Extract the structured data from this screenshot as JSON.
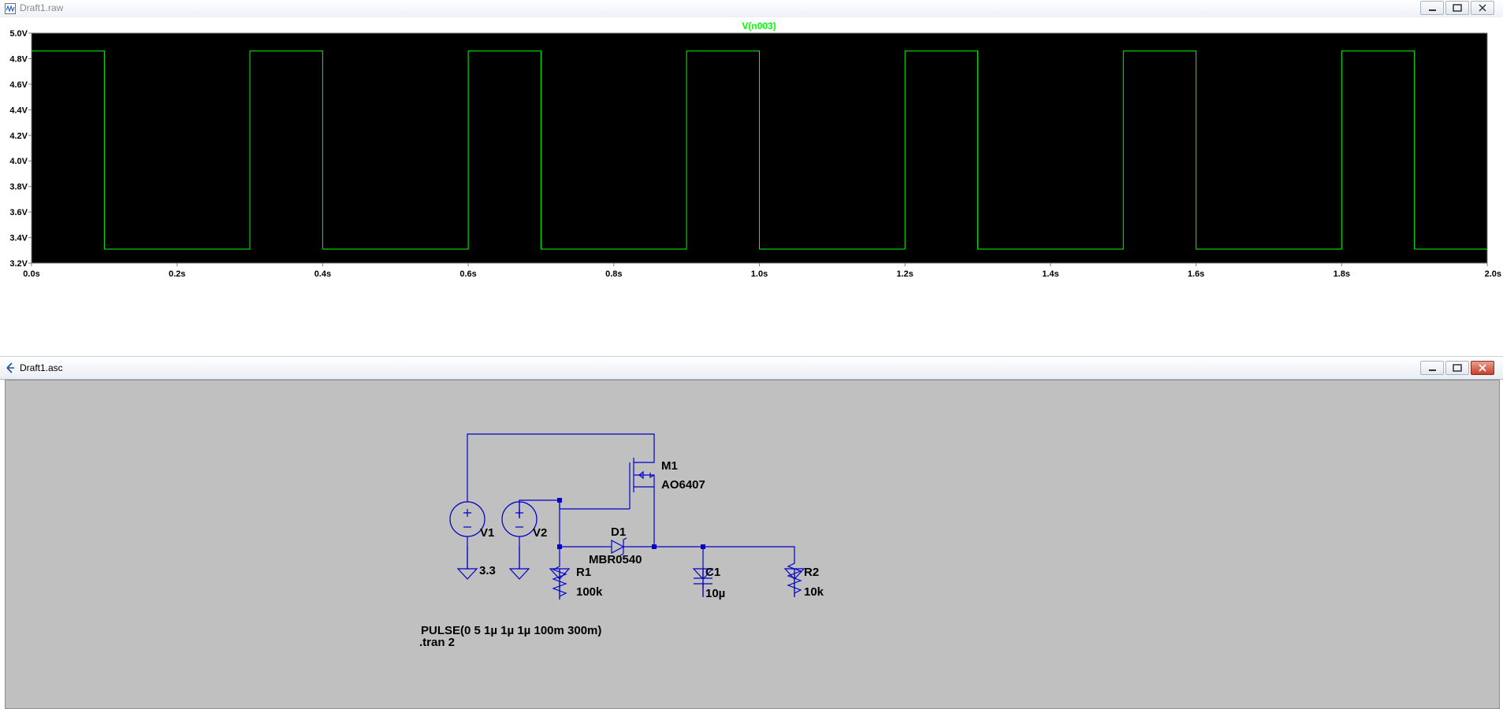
{
  "plot_window": {
    "title": "Draft1.raw",
    "controls": {
      "minimize": "minimize-icon",
      "restore": "restore-icon",
      "close": "close-icon"
    }
  },
  "schematic_window": {
    "title": "Draft1.asc",
    "controls": {
      "minimize": "minimize-icon",
      "restore": "restore-icon",
      "close": "close-icon"
    }
  },
  "colors": {
    "trace": "#00ff00",
    "plot_bg": "#000000",
    "wire": "#0000c8",
    "schematic_bg": "#c0c0c0",
    "close_button": "#c8402c"
  },
  "chart_data": {
    "type": "line",
    "title": "V(n003)",
    "xlabel": "",
    "ylabel": "",
    "xlim": [
      0,
      2.0
    ],
    "ylim": [
      3.2,
      5.0
    ],
    "x_ticks": [
      "0.0s",
      "0.2s",
      "0.4s",
      "0.6s",
      "0.8s",
      "1.0s",
      "1.2s",
      "1.4s",
      "1.6s",
      "1.8s",
      "2.0s"
    ],
    "y_ticks": [
      "5.0V",
      "4.8V",
      "4.6V",
      "4.4V",
      "4.2V",
      "4.0V",
      "3.8V",
      "3.6V",
      "3.4V",
      "3.2V"
    ],
    "grid": false,
    "series": [
      {
        "name": "V(n003)",
        "x": [
          0.0,
          0.1,
          0.1,
          0.3,
          0.3,
          0.4,
          0.4,
          0.6,
          0.6,
          0.7,
          0.7,
          0.9,
          0.9,
          1.0,
          1.0,
          1.2,
          1.2,
          1.3,
          1.3,
          1.5,
          1.5,
          1.6,
          1.6,
          1.8,
          1.8,
          1.9,
          1.9,
          2.0
        ],
        "y": [
          4.86,
          4.86,
          3.31,
          3.31,
          4.86,
          4.86,
          3.31,
          3.31,
          4.86,
          4.86,
          3.31,
          3.31,
          4.86,
          4.86,
          3.31,
          3.31,
          4.86,
          4.86,
          3.31,
          3.31,
          4.86,
          4.86,
          3.31,
          3.31,
          4.86,
          4.86,
          3.31,
          3.31
        ]
      }
    ]
  },
  "schematic": {
    "components": {
      "m1_name": "M1",
      "m1_model": "AO6407",
      "d1_name": "D1",
      "d1_model": "MBR0540",
      "v1_name": "V1",
      "v1_value": "3.3",
      "v2_name": "V2",
      "r1_name": "R1",
      "r1_value": "100k",
      "c1_name": "C1",
      "c1_value": "10µ",
      "r2_name": "R2",
      "r2_value": "10k"
    },
    "directives": {
      "pulse": "PULSE(0 5 1µ 1µ 1µ 100m 300m)",
      "tran": ".tran 2"
    }
  }
}
